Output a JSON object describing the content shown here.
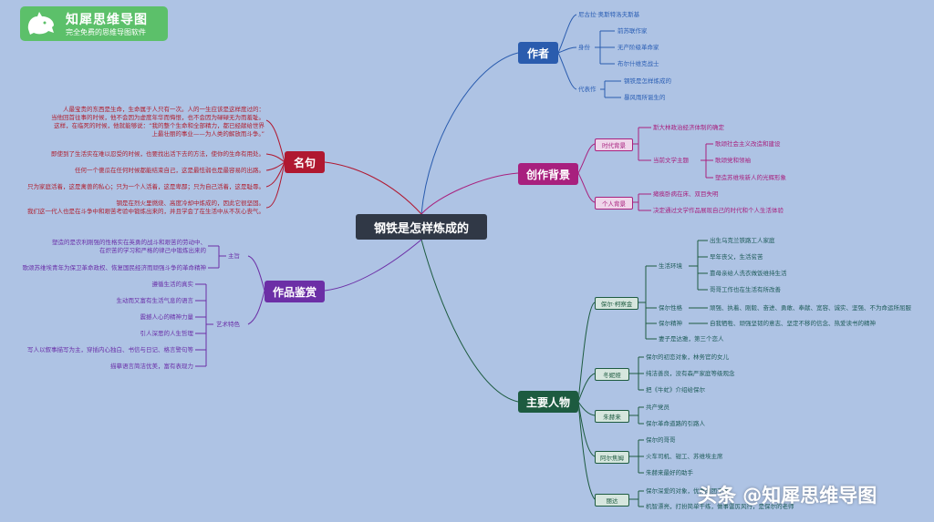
{
  "logo": {
    "title": "知犀思维导图",
    "subtitle": "完全免费的思维导图软件"
  },
  "center": "钢铁是怎样炼成的",
  "author": {
    "label": "作者",
    "name": "尼古拉·奥斯特洛夫斯基",
    "identity_label": "身份",
    "identities": [
      "前苏联作家",
      "无产阶级革命家",
      "布尔什维克战士"
    ],
    "works_label": "代表作",
    "works": [
      "钢铁是怎样炼成的",
      "暴风雨所诞生的"
    ]
  },
  "background": {
    "label": "创作背景",
    "era_label": "时代背景",
    "era_item": "斯大林政治经济体制的确定",
    "theme_label": "当前文学主题",
    "themes": [
      "歌颂社会主义改造和建设",
      "歌颂党和领袖",
      "塑造苏维埃新人的光辉形象"
    ],
    "personal_label": "个人背景",
    "personal": [
      "瘫痪卧病在床、双目失明",
      "决定通过文学作品展现自己的时代和个人生活体验"
    ]
  },
  "quotes": {
    "label": "名句",
    "items": [
      [
        "人最宝贵的东西是生命，生命属于人只有一次。人的一生应该是这样度过的：",
        "当他回首往事的时候，他不会因为虚度年华而悔恨，也不会因为碌碌无为而羞耻。",
        "这样，在临死的时候，他就能够说：“我的整个生命和全部精力，都已经献给世界",
        "上最壮丽的事业——为人类的解放而斗争。”"
      ],
      [
        "即使到了生活实在难以忍受的时候，也要找出活下去的方法，使你的生命有用处。"
      ],
      [
        "任何一个傻瓜在任何时候都能结束自己，这是最怯弱也是最容易的出路。"
      ],
      [
        "只为家庭活着，这是禽兽的私心；只为一个人活着，这是卑鄙；只为自己活着，这是耻辱。"
      ],
      [
        "钢是在烈火里燃烧、高度冷却中炼成的，因此它很坚固。",
        "我们这一代人也是在斗争中和艰苦考验中锻炼出来的，并且学会了在生活中从不灰心丧气。"
      ]
    ]
  },
  "appreciation": {
    "label": "作品鉴赏",
    "theme_label": "主旨",
    "theme_items": [
      [
        "塑造的是农利刚强的性格实在英勇的战斗和艰苦的劳动中、",
        "在炽苦的学习和严格的律己中锻炼出来的"
      ],
      [
        "歌颂苏维埃青年为保卫革命政权、恢复国民经济而顽强斗争的革命精神"
      ]
    ],
    "art_label": "艺术特色",
    "art_items": [
      "遵循生活的真实",
      "生动而又富有生活气息的语言",
      "震撼人心的精神力量",
      "引人深思的人生哲理",
      "写人以叙事描写为主，穿插内心独白、书信与日记、格言警句等",
      "描摹语言简洁优美，富有表现力"
    ]
  },
  "characters": {
    "label": "主要人物",
    "pavel": {
      "label": "保尔·柯察金",
      "env_label": "生活环境",
      "env": [
        "出生乌克兰铁路工人家庭",
        "早年丧父，生活贫苦",
        "靠母亲给人洗衣做饭维持生活",
        "哥哥工作也在生活有所改善"
      ],
      "char_label": "保尔性格",
      "char": "顽强、执着、刚毅、奋进、勇敢、奉献、宽容、诚实、坚强、不为命运所屈服",
      "spirit_label": "保尔精神",
      "spirit": "自我牺牲、顽强坚韧的意志、坚定不移的信念、热爱读书的精神",
      "wife": "妻子是达雅，第三个恋人"
    },
    "tonya": {
      "label": "冬妮娅",
      "items": [
        "保尔的初恋对象，林务官的女儿",
        "纯洁善良，没有森严家庭等级观念",
        "把《牛虻》介绍给保尔"
      ]
    },
    "zhuhelai": {
      "label": "朱赫来",
      "items": [
        "共产党员",
        "保尔革命道路的引路人"
      ]
    },
    "artyom": {
      "label": "阿尔焦姆",
      "items": [
        "保尔的哥哥",
        "火车司机、钳工、苏维埃主席",
        "朱赫来最好的助手"
      ]
    },
    "rita": {
      "label": "丽达",
      "items": [
        "保尔深爱的对象，优秀的团干部",
        "机智漂亮，打扮简单干练，做事雷厉风行，是保尔的老师"
      ]
    }
  },
  "watermark": "头条 @知犀思维导图",
  "colors": {
    "background": "#aec3e4",
    "author": "#2a5cae",
    "background_node": "#a8207e",
    "quotes": "#b01830",
    "appreciation": "#6c2fa6",
    "characters": "#1d5b40",
    "center": "#303846",
    "logo": "#5cc06a"
  }
}
